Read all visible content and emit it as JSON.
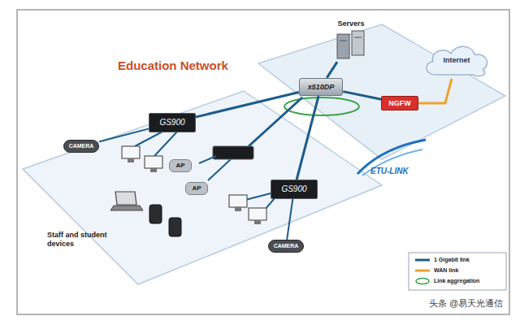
{
  "diagram": {
    "title": "Education Network",
    "nodes": [
      {
        "text": [
          "Servers"
        ]
      },
      {
        "text": [
          "Internet"
        ]
      },
      {
        "text": [
          "x510DP"
        ]
      },
      {
        "text": [
          "NGFW"
        ]
      },
      {
        "text": [
          "GS900"
        ]
      },
      {
        "text": [
          "AP"
        ]
      },
      {
        "text": [
          "AP"
        ]
      },
      {
        "text": [
          "CAMERA"
        ]
      },
      {
        "text": [
          "GS900"
        ]
      },
      {
        "text": [
          "CAMERA"
        ]
      }
    ],
    "edges": [
      {
        "from": 2,
        "to": 0,
        "arrow": "none"
      },
      {
        "from": 2,
        "to": 3,
        "arrow": "none"
      },
      {
        "from": 3,
        "to": 1,
        "arrow": "none"
      },
      {
        "from": 2,
        "to": 4,
        "arrow": "none"
      },
      {
        "from": 2,
        "to": 8,
        "arrow": "none"
      },
      {
        "from": 4,
        "to": 7,
        "arrow": "none"
      },
      {
        "from": 8,
        "to": 9,
        "arrow": "none"
      }
    ],
    "labels": [
      "ETU-LINK",
      "Staff and student devices",
      "头条 @易天光通信"
    ],
    "legend": [
      {
        "text": "1 Gigabit link"
      },
      {
        "text": "WAN link"
      },
      {
        "text": "Link aggregation"
      }
    ]
  }
}
